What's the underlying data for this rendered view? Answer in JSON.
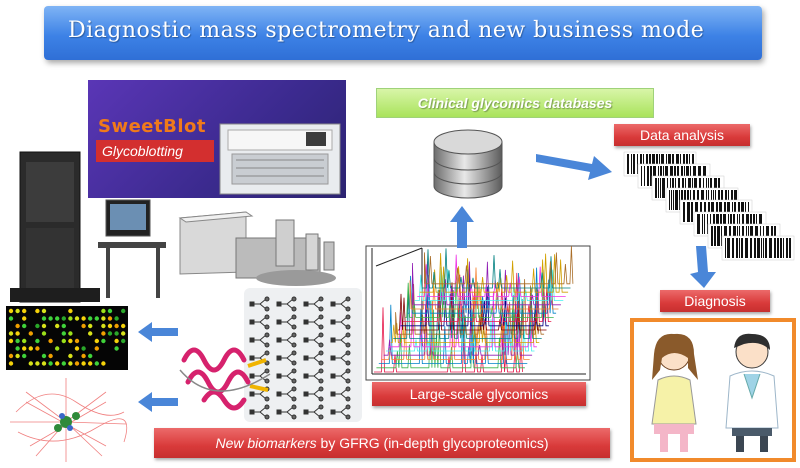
{
  "title": "Diagnostic mass spectrometry and new business mode",
  "labels": {
    "clinical_db": "Clinical glycomics databases",
    "data_analysis": "Data analysis",
    "diagnosis": "Diagnosis",
    "large_scale": "Large-scale glycomics",
    "biomarkers_italic": "New biomarkers",
    "biomarkers_rest": " by GFRG (in-depth glycoproteomics)",
    "sweetblot": "SweetBlot",
    "glycoblotting": "Glycoblotting"
  },
  "colors": {
    "title_banner": "#3d82e6",
    "green_label": "#a9e35b",
    "red_label": "#d93a3a",
    "arrow": "#4a86d8",
    "diagnosis_frame": "#f18a2b"
  },
  "icons": [
    "database-icon",
    "barcode-icon",
    "mass-spectrometer-icon",
    "glycan-structure-icon",
    "protein-structure-icon",
    "arrow-icon"
  ]
}
